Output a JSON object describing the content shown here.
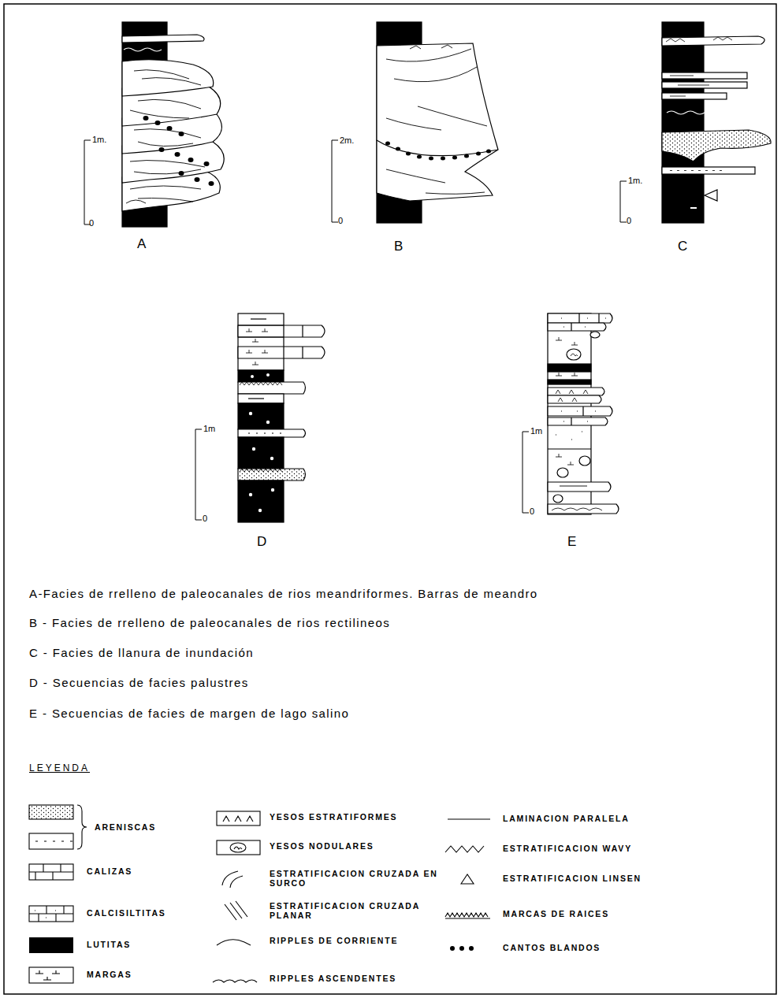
{
  "diagram": {
    "labels": [
      "1m.",
      "0",
      "A",
      "2m.",
      "0",
      "B",
      "1m.",
      "0",
      "C",
      "1m",
      "0",
      "D",
      "1m",
      "0",
      "E",
      "A-Facies de rrelleno de paleocanales de rios meandriformes. Barras de meandro",
      "B - Facies de rrelleno de paleocanales de rios rectilineos",
      "C - Facies de llanura de inundación",
      "D - Secuencias de facies palustres",
      "E - Secuencias de facies de margen de lago salino",
      "LEYENDA"
    ],
    "legend": [
      {
        "text": "ARENISCAS"
      },
      {
        "text": "CALIZAS"
      },
      {
        "text": "CALCISILTITAS"
      },
      {
        "text": "LUTITAS",
        "color": "#000000"
      },
      {
        "text": "MARGAS"
      },
      {
        "text": "YESOS ESTRATIFORMES"
      },
      {
        "text": "YESOS NODULARES"
      },
      {
        "text": "ESTRATIFICACION CRUZADA EN SURCO"
      },
      {
        "text": "ESTRATIFICACION CRUZADA PLANAR"
      },
      {
        "text": "RIPPLES DE CORRIENTE"
      },
      {
        "text": "RIPPLES ASCENDENTES"
      },
      {
        "text": "LAMINACION PARALELA"
      },
      {
        "text": "ESTRATIFICACION WAVY"
      },
      {
        "text": "ESTRATIFICACION LINSEN"
      },
      {
        "text": "MARCAS DE RAICES"
      },
      {
        "text": "CANTOS BLANDOS"
      }
    ]
  }
}
